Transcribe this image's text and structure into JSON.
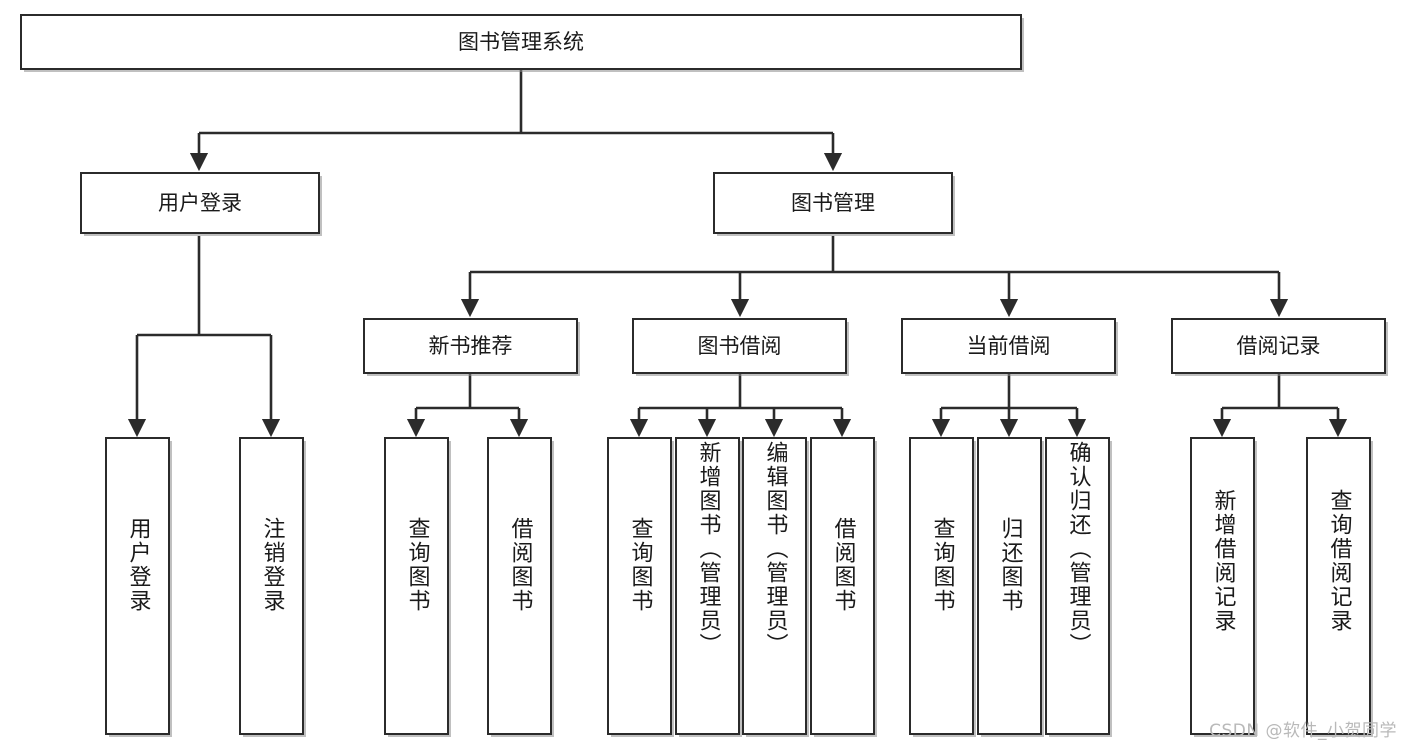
{
  "diagram": {
    "type": "tree-hierarchy",
    "title": "图书管理系统",
    "root": {
      "id": "root",
      "label": "图书管理系统",
      "orientation": "horizontal"
    },
    "level2": [
      {
        "id": "user-login",
        "label": "用户登录",
        "orientation": "horizontal"
      },
      {
        "id": "book-manage",
        "label": "图书管理",
        "orientation": "horizontal"
      }
    ],
    "level3": [
      {
        "id": "new-book-rec",
        "label": "新书推荐",
        "orientation": "horizontal",
        "parent": "book-manage"
      },
      {
        "id": "book-borrow",
        "label": "图书借阅",
        "orientation": "horizontal",
        "parent": "book-manage"
      },
      {
        "id": "current-borrow",
        "label": "当前借阅",
        "orientation": "horizontal",
        "parent": "book-manage"
      },
      {
        "id": "borrow-record",
        "label": "借阅记录",
        "orientation": "horizontal",
        "parent": "book-manage"
      }
    ],
    "leaves": [
      {
        "id": "leaf-user-login",
        "label": "用户登录",
        "parent": "user-login"
      },
      {
        "id": "leaf-user-logout",
        "label": "注销登录",
        "parent": "user-login"
      },
      {
        "id": "leaf-query-book-1",
        "label": "查询图书",
        "parent": "new-book-rec"
      },
      {
        "id": "leaf-borrow-book-1",
        "label": "借阅图书",
        "parent": "new-book-rec"
      },
      {
        "id": "leaf-query-book-2",
        "label": "查询图书",
        "parent": "book-borrow"
      },
      {
        "id": "leaf-add-book",
        "label": "新增图书（管理员）",
        "parent": "book-borrow"
      },
      {
        "id": "leaf-edit-book",
        "label": "编辑图书（管理员）",
        "parent": "book-borrow"
      },
      {
        "id": "leaf-borrow-book-2",
        "label": "借阅图书",
        "parent": "book-borrow"
      },
      {
        "id": "leaf-query-book-3",
        "label": "查询图书",
        "parent": "current-borrow"
      },
      {
        "id": "leaf-return-book",
        "label": "归还图书",
        "parent": "current-borrow"
      },
      {
        "id": "leaf-confirm-return",
        "label": "确认归还（管理员）",
        "parent": "current-borrow"
      },
      {
        "id": "leaf-add-record",
        "label": "新增借阅记录",
        "parent": "borrow-record"
      },
      {
        "id": "leaf-query-record",
        "label": "查询借阅记录",
        "parent": "borrow-record"
      }
    ]
  },
  "watermark": {
    "text": "CSDN @软件_小贺同学"
  },
  "colors": {
    "border": "#2b2b2b",
    "background": "#ffffff",
    "text": "#1a1a1a",
    "shadow": "#8c8c8c",
    "watermark": "#b9b9b9"
  }
}
